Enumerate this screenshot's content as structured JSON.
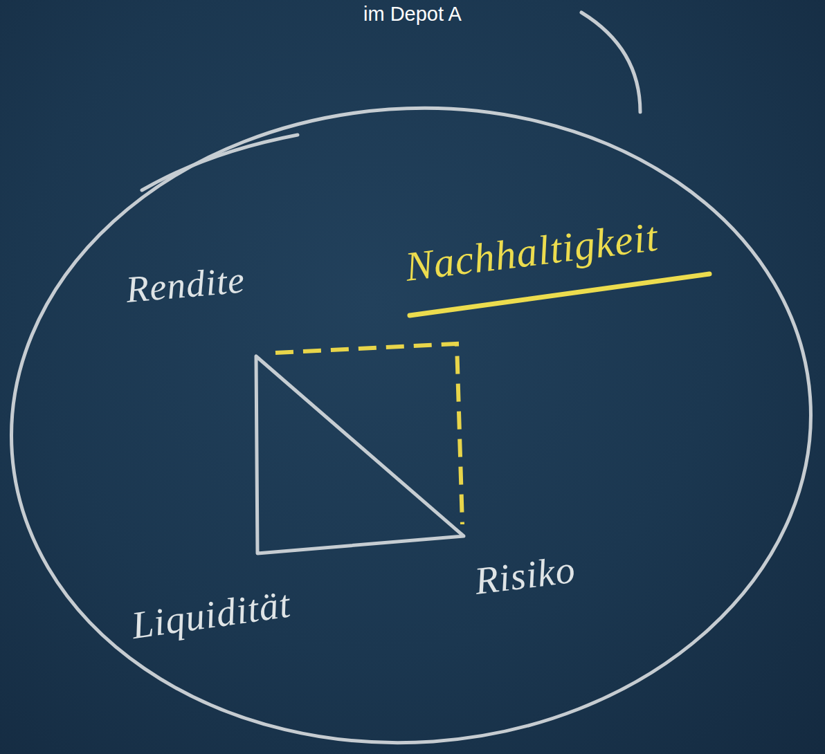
{
  "diagram": {
    "title": "im Depot A",
    "labels": [
      "Rendite",
      "Nachhaltigkeit",
      "Liquidität",
      "Risiko"
    ]
  }
}
